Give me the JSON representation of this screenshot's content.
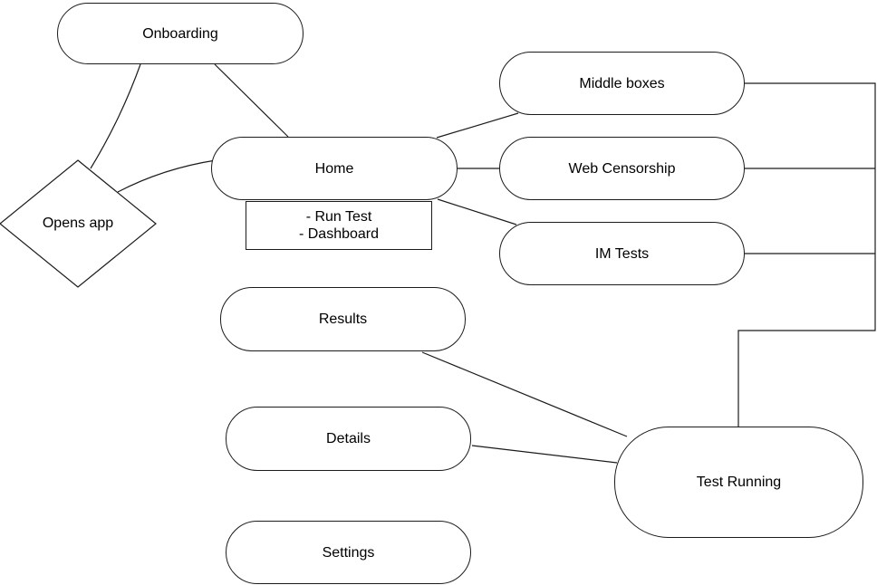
{
  "diagram": {
    "colors": {
      "background": "#ffffff",
      "stroke": "#1b1b1b",
      "text": "#000000"
    },
    "nodes": {
      "onboarding": {
        "label": "Onboarding",
        "shape": "pill"
      },
      "opens_app": {
        "label": "Opens app",
        "shape": "diamond"
      },
      "home": {
        "label": "Home",
        "shape": "pill"
      },
      "home_note": {
        "shape": "rect",
        "lines": [
          "- Run Test",
          "- Dashboard"
        ]
      },
      "middle_boxes": {
        "label": "Middle boxes",
        "shape": "pill"
      },
      "web_censorship": {
        "label": "Web Censorship",
        "shape": "pill"
      },
      "im_tests": {
        "label": "IM Tests",
        "shape": "pill"
      },
      "results": {
        "label": "Results",
        "shape": "pill"
      },
      "details": {
        "label": "Details",
        "shape": "pill"
      },
      "settings": {
        "label": "Settings",
        "shape": "pill"
      },
      "test_running": {
        "label": "Test Running",
        "shape": "rounded-rect"
      }
    },
    "edges": [
      {
        "from": "onboarding",
        "to": "opens_app"
      },
      {
        "from": "onboarding",
        "to": "home"
      },
      {
        "from": "opens_app",
        "to": "home"
      },
      {
        "from": "home",
        "to": "middle_boxes"
      },
      {
        "from": "home",
        "to": "web_censorship"
      },
      {
        "from": "home",
        "to": "im_tests"
      },
      {
        "from": "middle_boxes",
        "to": "test_running"
      },
      {
        "from": "web_censorship",
        "to": "test_running"
      },
      {
        "from": "im_tests",
        "to": "test_running"
      },
      {
        "from": "results",
        "to": "test_running"
      },
      {
        "from": "details",
        "to": "test_running"
      }
    ]
  }
}
